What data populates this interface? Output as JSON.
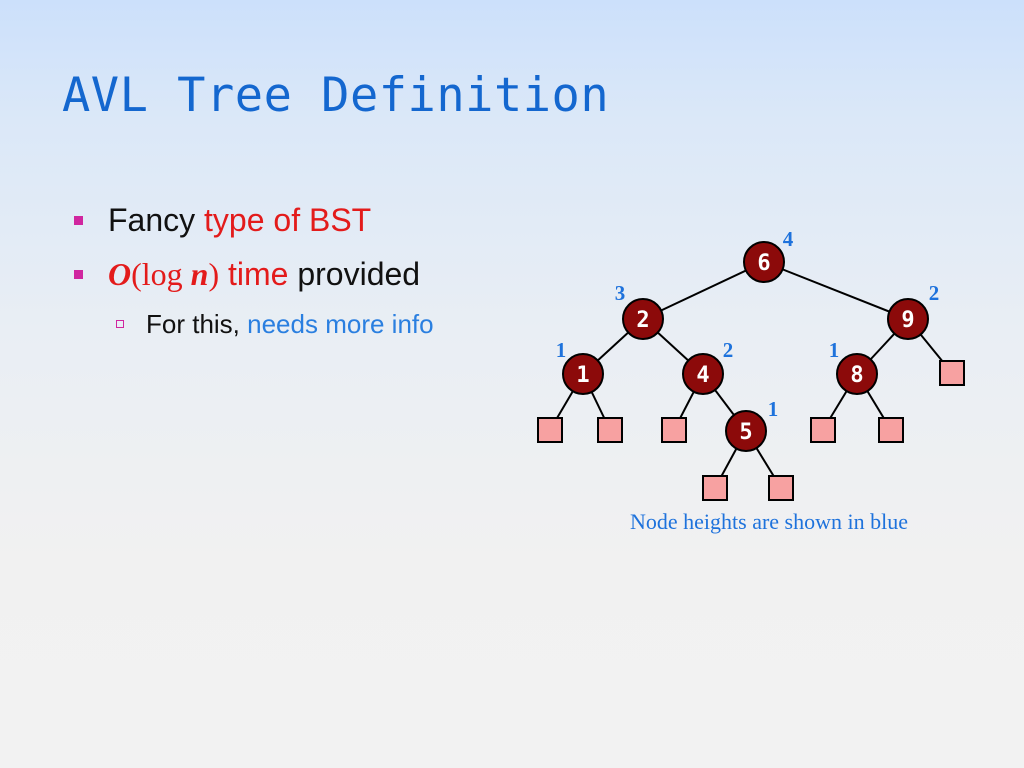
{
  "slide": {
    "title": "AVL Tree Definition"
  },
  "bullets": {
    "b1_plain": "Fancy ",
    "b1_accent": "type of BST",
    "b2_O": "O",
    "b2_open": "(log ",
    "b2_n": "n",
    "b2_close": ")",
    "b2_time": " time",
    "b2_provided": " provided",
    "sub_plain": "For this, ",
    "sub_accent": "needs more info"
  },
  "tree": {
    "nodes": [
      {
        "id": "n6",
        "label": "6",
        "height": "4"
      },
      {
        "id": "n2",
        "label": "2",
        "height": "3"
      },
      {
        "id": "n9",
        "label": "9",
        "height": "2"
      },
      {
        "id": "n1",
        "label": "1",
        "height": "1"
      },
      {
        "id": "n4",
        "label": "4",
        "height": "2"
      },
      {
        "id": "n8",
        "label": "8",
        "height": "1"
      },
      {
        "id": "n5",
        "label": "5",
        "height": "1"
      }
    ],
    "edges": [
      [
        "n6",
        "n2"
      ],
      [
        "n6",
        "n9"
      ],
      [
        "n2",
        "n1"
      ],
      [
        "n2",
        "n4"
      ],
      [
        "n4",
        "n5"
      ],
      [
        "n9",
        "n8"
      ]
    ],
    "caption": "Node heights are shown in blue",
    "node_fill": "#8c0a0a",
    "leaf_fill": "#f7a1a1",
    "height_color": "#1e72dc"
  }
}
